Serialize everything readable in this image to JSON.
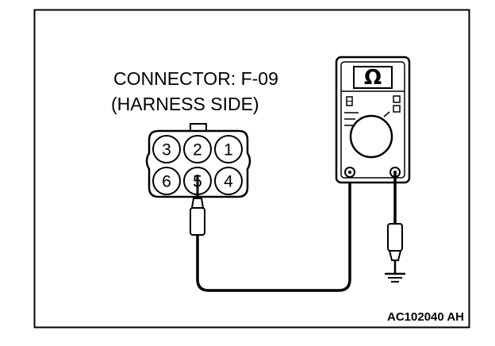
{
  "connector": {
    "line1": "CONNECTOR: F-09",
    "line2": "(HARNESS SIDE)",
    "pins_top": [
      "3",
      "2",
      "1"
    ],
    "pins_bottom": [
      "6",
      "5",
      "4"
    ]
  },
  "meter": {
    "symbol": "Ω",
    "icon": "ohmmeter-icon"
  },
  "ground": {
    "icon": "ground-icon"
  },
  "figure_code": "AC102040 AH"
}
